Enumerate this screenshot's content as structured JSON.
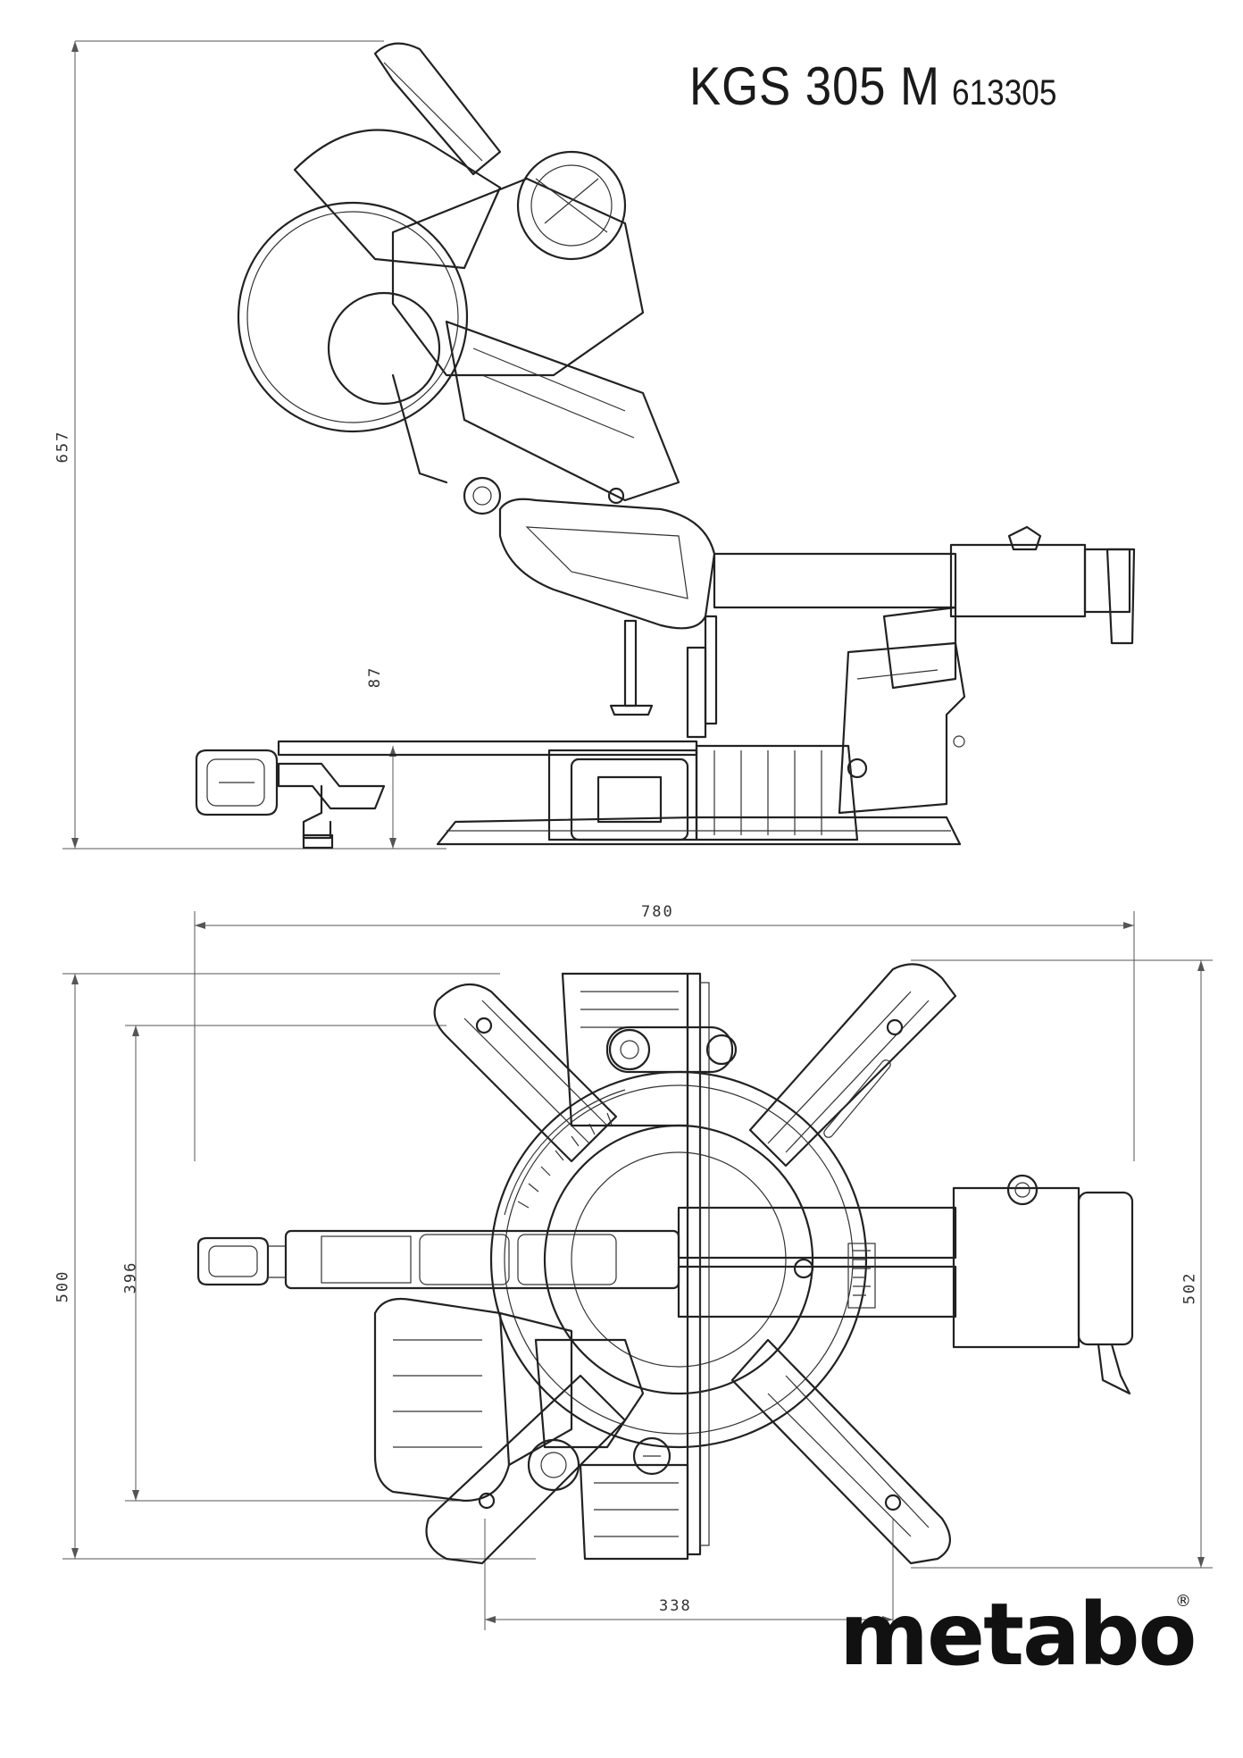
{
  "header": {
    "model": "KGS 305 M",
    "article_number": "613305"
  },
  "dimensions": {
    "side_height": "657",
    "side_table_height": "87",
    "top_length": "780",
    "top_depth_left": "500",
    "top_depth_inner": "396",
    "top_depth_right": "502",
    "top_base_width": "338"
  },
  "brand": {
    "logo_text": "metabo",
    "registered_mark": "®"
  },
  "colors": {
    "line": "#222222",
    "background": "#ffffff"
  }
}
